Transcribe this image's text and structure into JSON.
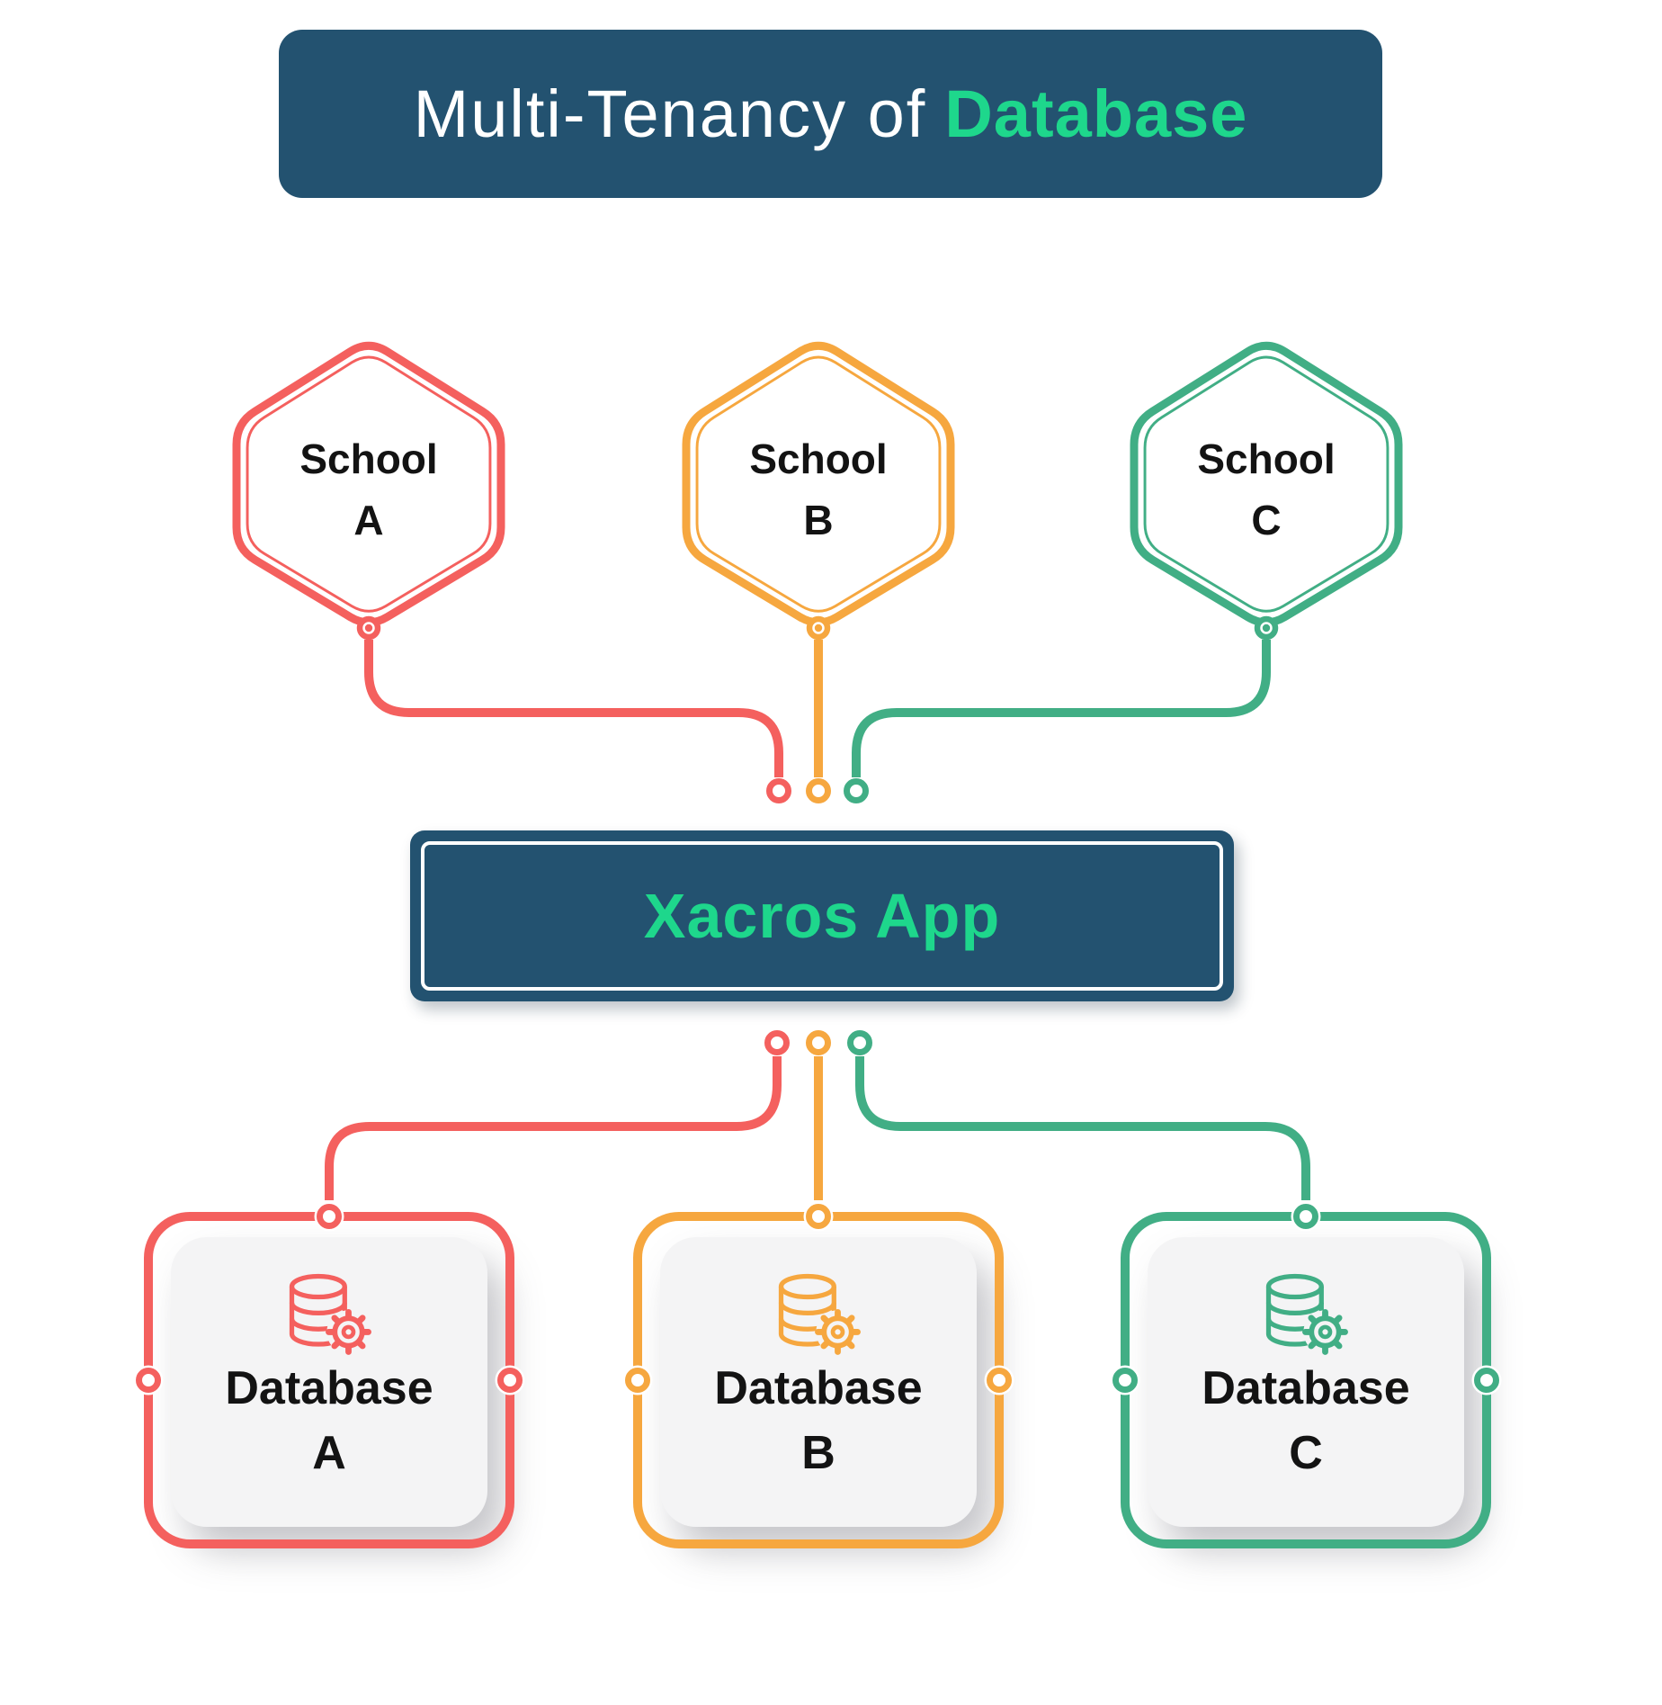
{
  "title": {
    "prefix": "Multi-Tenancy of",
    "highlight": "Database"
  },
  "app": {
    "label": "Xacros App"
  },
  "schools": [
    {
      "name": "School",
      "letter": "A",
      "color": "#F4605E"
    },
    {
      "name": "School",
      "letter": "B",
      "color": "#F6A73F"
    },
    {
      "name": "School",
      "letter": "C",
      "color": "#41AE85"
    }
  ],
  "databases": [
    {
      "name": "Database",
      "letter": "A",
      "color": "#F4605E"
    },
    {
      "name": "Database",
      "letter": "B",
      "color": "#F6A73F"
    },
    {
      "name": "Database",
      "letter": "C",
      "color": "#41AE85"
    }
  ],
  "icons": {
    "database": "database-gear-icon"
  },
  "colors": {
    "header_bg": "#235270",
    "accent_green": "#1ED78C",
    "card_bg": "#F4F4F5",
    "label_text": "#131313",
    "title_text": "#FFFFFF",
    "page_bg": "#FFFFFF"
  }
}
